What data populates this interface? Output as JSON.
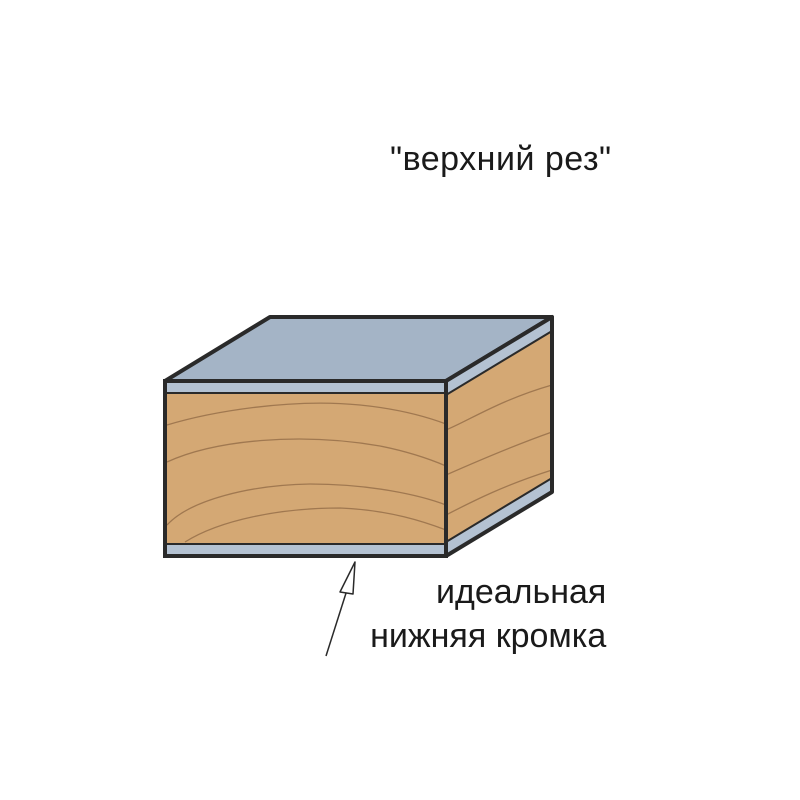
{
  "labels": {
    "top_cut": "\"верхний рез\"",
    "bottom_edge_line1": "идеальная",
    "bottom_edge_line2": "нижняя кромка"
  },
  "colors": {
    "wood": "#d4a874",
    "wood_grain": "#a07850",
    "veneer": "#a4b4c6",
    "outline": "#2a2a2a",
    "text": "#1a1a1a"
  }
}
